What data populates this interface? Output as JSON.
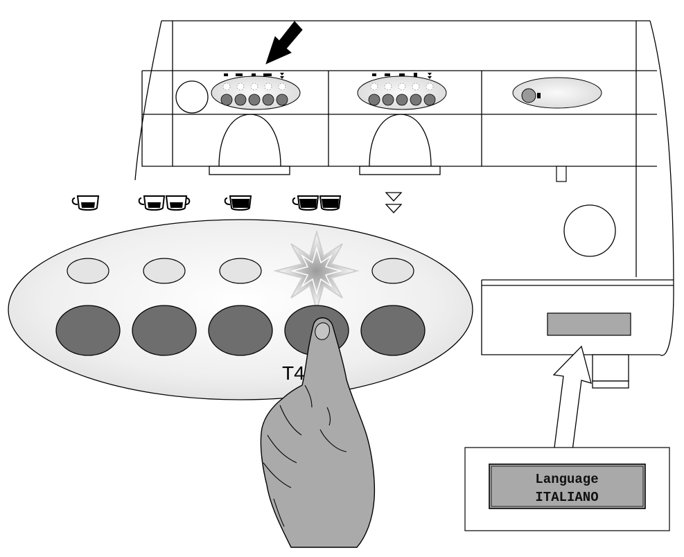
{
  "callout_label": "T4",
  "display": {
    "line1": "Language",
    "line2": "ITALIANO"
  },
  "selection_icons": [
    "single-small-cup-icon",
    "double-small-cup-icon",
    "single-large-cup-icon",
    "double-large-cup-icon",
    "continuous-dispense-icon"
  ],
  "pressed_button_index": 3,
  "colors": {
    "button_dark": "#6e6e6e",
    "button_light": "#e4e4e4",
    "panel_fill": "#e9e9e9",
    "display_fill": "#a9a9a9",
    "hand_fill": "#aaaaaa",
    "outline": "#000000"
  }
}
